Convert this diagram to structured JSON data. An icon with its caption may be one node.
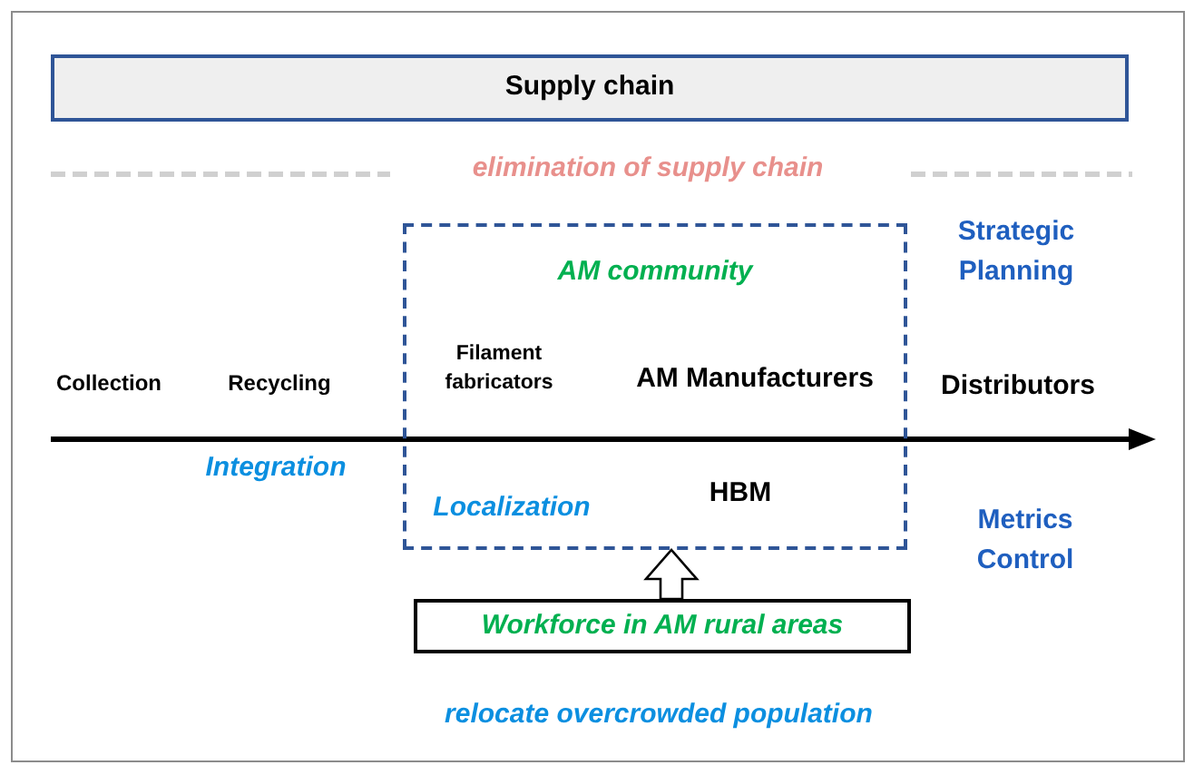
{
  "diagram": {
    "nodes": [
      {
        "text": [
          "Supply chain"
        ]
      },
      {
        "text": [
          "AM community"
        ]
      },
      {
        "text": [
          "Workforce in AM rural areas"
        ]
      }
    ],
    "edges": [
      {
        "from": 2,
        "to": 1,
        "arrow": "to"
      }
    ],
    "labels": [
      "elimination of supply chain",
      "Strategic Planning",
      "Collection",
      "Recycling",
      "Filament fabricators",
      "AM Manufacturers",
      "Distributors",
      "Integration",
      "Localization",
      "HBM",
      "Metrics Control",
      "relocate overcrowded population"
    ]
  }
}
